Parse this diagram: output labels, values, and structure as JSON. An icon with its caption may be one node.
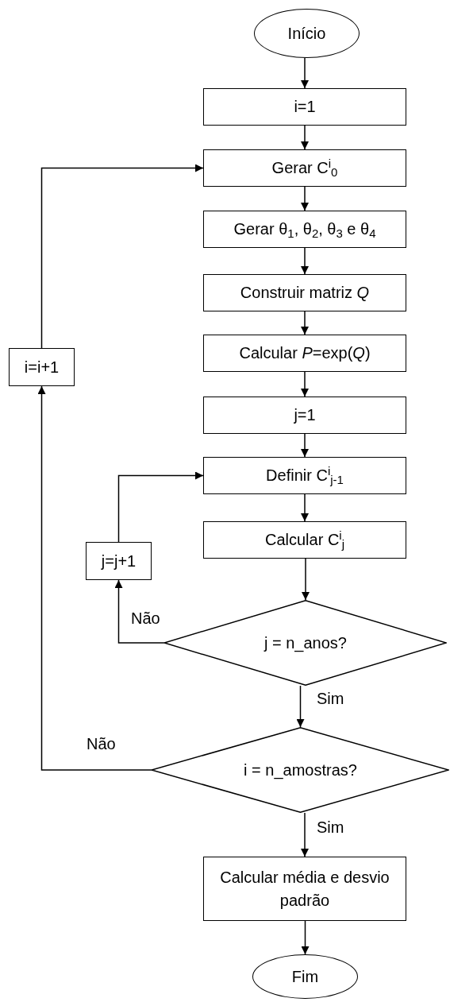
{
  "diagram": {
    "nodes": [
      {
        "text": [
          "Início"
        ]
      },
      {
        "text": [
          "i=1"
        ]
      },
      {
        "text": [
          "Gerar C$^{i}$$_{0}$"
        ]
      },
      {
        "text": [
          "Gerar θ$_{1}$, θ$_{2}$, θ$_{3}$ e θ$_{4}$"
        ]
      },
      {
        "text": [
          "Construir matriz *Q*"
        ]
      },
      {
        "text": [
          "Calcular *P*=exp(*Q*)"
        ]
      },
      {
        "text": [
          "j=1"
        ]
      },
      {
        "text": [
          "Definir C$^{i}$$_{j-1}$"
        ]
      },
      {
        "text": [
          "Calcular C$^{i}$$_{j}$"
        ]
      },
      {
        "text": [
          "j = n_anos?"
        ]
      },
      {
        "text": [
          "j=j+1"
        ]
      },
      {
        "text": [
          "i = n_amostras?"
        ]
      },
      {
        "text": [
          "i=i+1"
        ]
      },
      {
        "text": [
          "Calcular média e desvio padrão"
        ]
      },
      {
        "text": [
          "Fim"
        ]
      }
    ],
    "edges": [
      {
        "from": 0,
        "to": 1,
        "arrow": "to"
      },
      {
        "from": 1,
        "to": 2,
        "arrow": "to"
      },
      {
        "from": 2,
        "to": 3,
        "arrow": "to"
      },
      {
        "from": 3,
        "to": 4,
        "arrow": "to"
      },
      {
        "from": 4,
        "to": 5,
        "arrow": "to"
      },
      {
        "from": 5,
        "to": 6,
        "arrow": "to"
      },
      {
        "from": 6,
        "to": 7,
        "arrow": "to"
      },
      {
        "from": 7,
        "to": 8,
        "arrow": "to"
      },
      {
        "from": 8,
        "to": 9,
        "arrow": "to"
      },
      {
        "from": 9,
        "to": 10,
        "arrow": "to",
        "label": "Não"
      },
      {
        "from": 10,
        "to": 7,
        "arrow": "to"
      },
      {
        "from": 9,
        "to": 11,
        "arrow": "to",
        "label": "Sim"
      },
      {
        "from": 11,
        "to": 12,
        "arrow": "to",
        "label": "Não"
      },
      {
        "from": 12,
        "to": 2,
        "arrow": "to"
      },
      {
        "from": 11,
        "to": 13,
        "arrow": "to",
        "label": "Sim"
      },
      {
        "from": 13,
        "to": 14,
        "arrow": "to"
      }
    ]
  }
}
